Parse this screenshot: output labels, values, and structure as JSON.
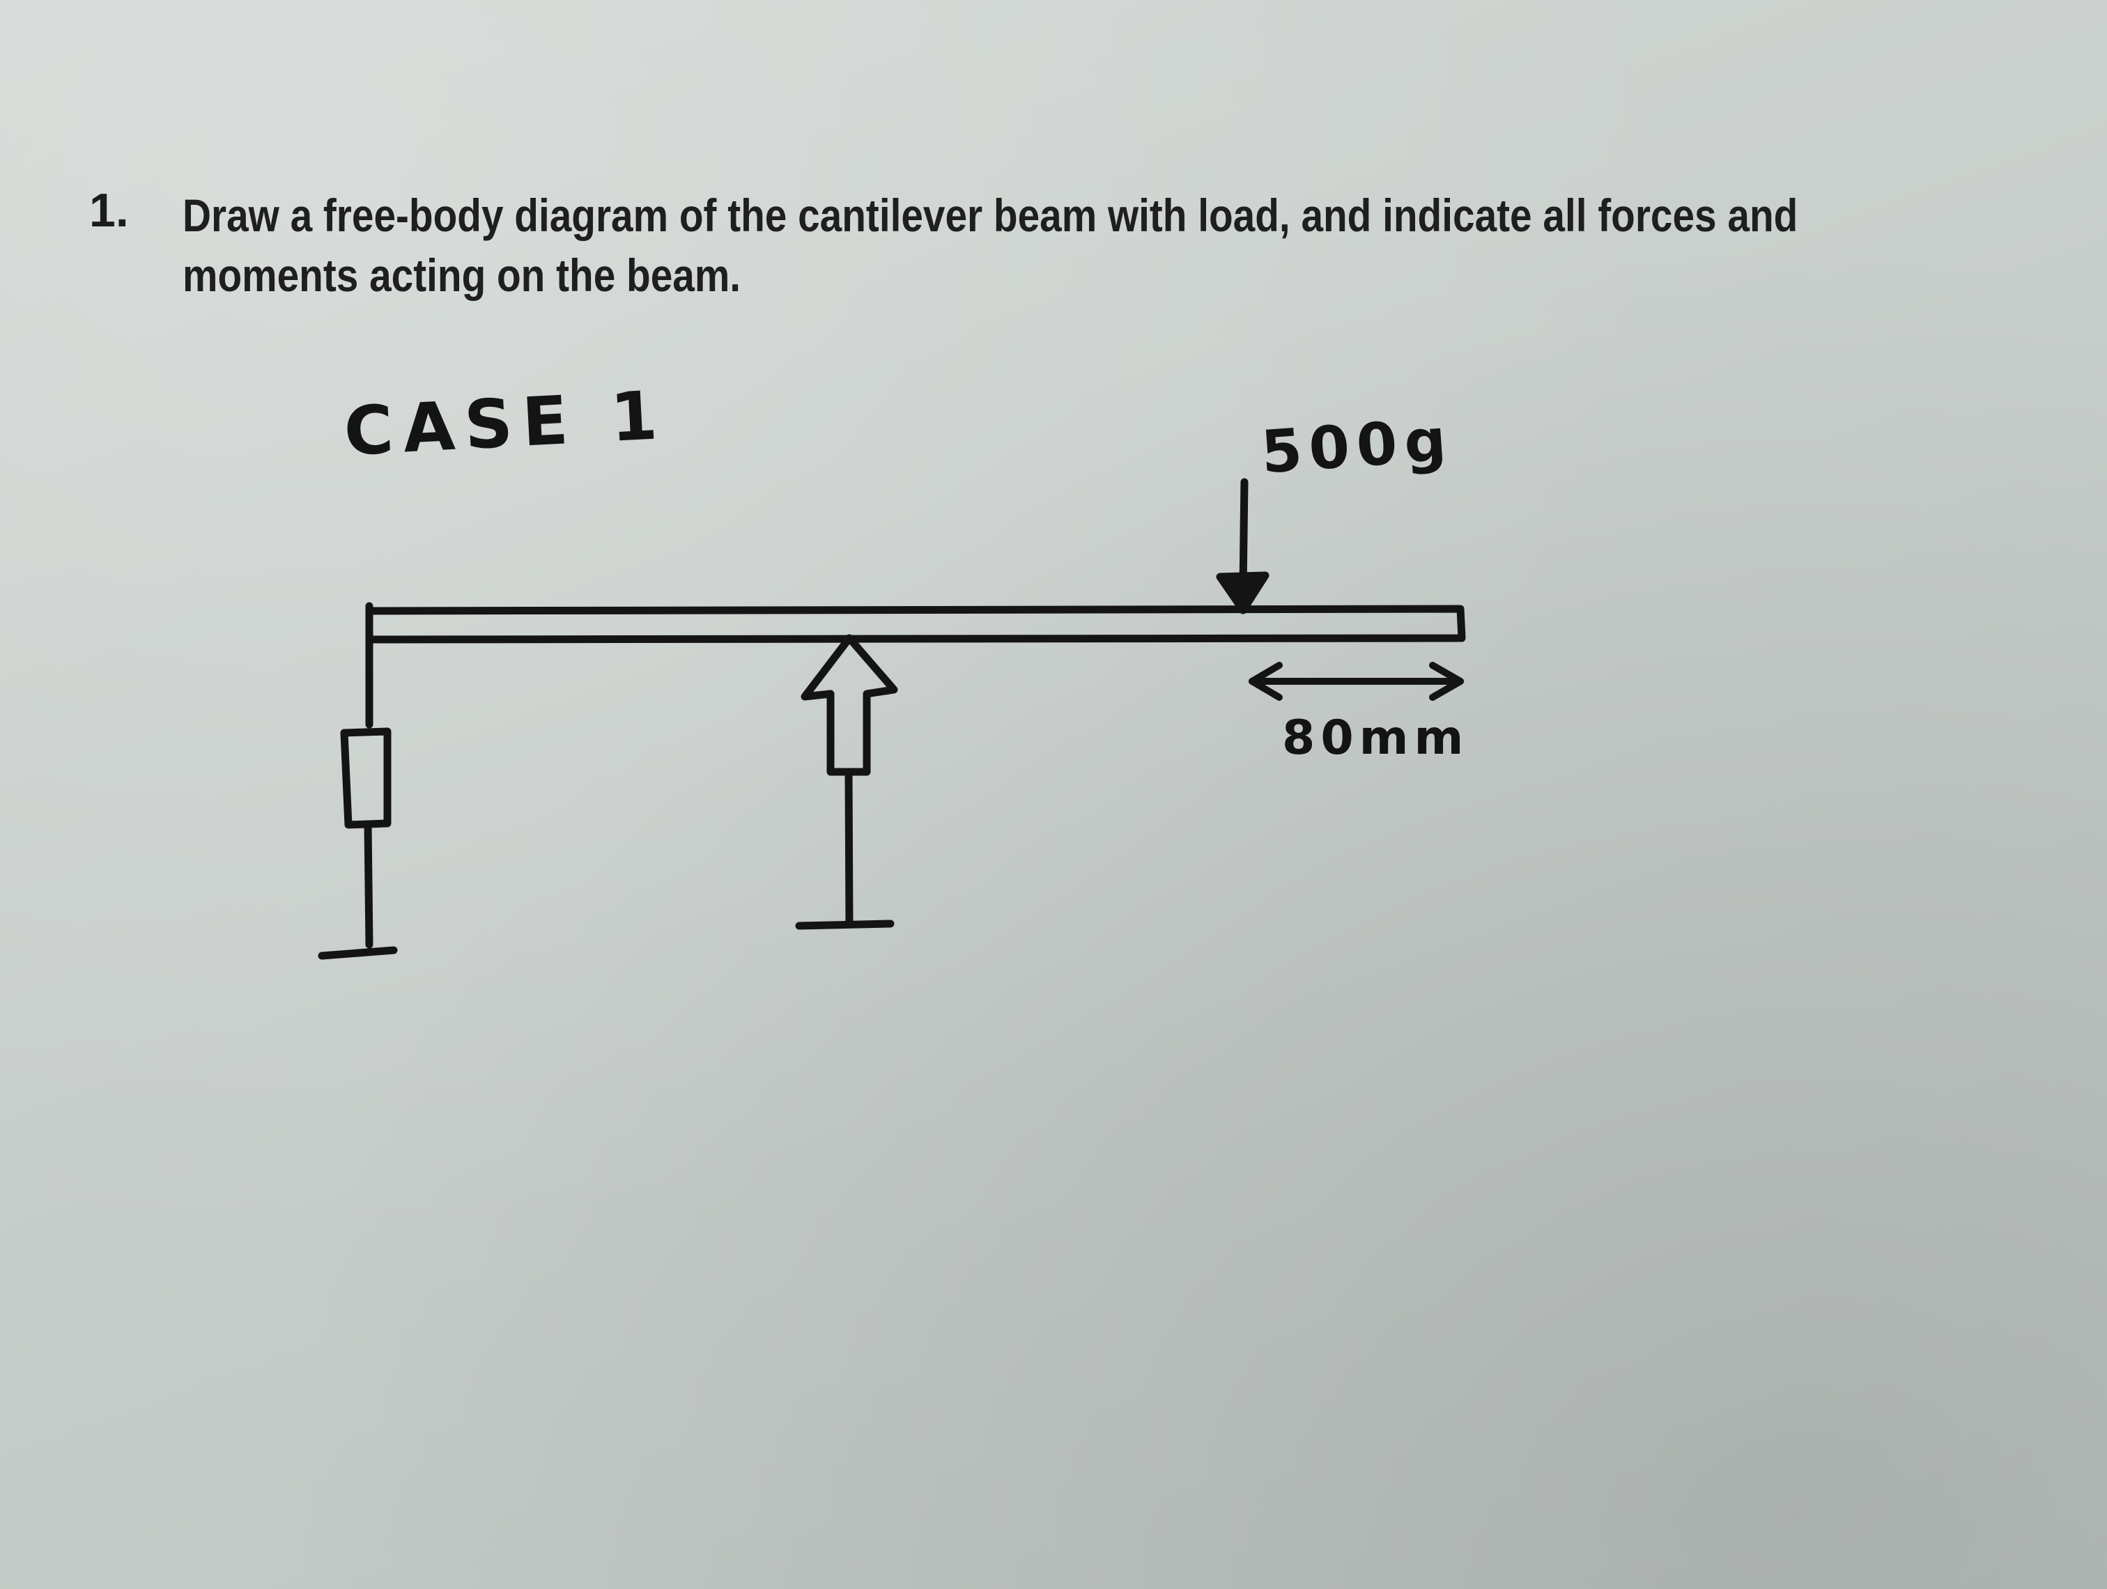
{
  "question": {
    "number": "1.",
    "lines": [
      "Draw a free-body diagram of the cantilever beam with load, and indicate all forces and",
      "moments acting on the beam."
    ]
  },
  "diagram": {
    "case_label": "CASE 1",
    "load_label": "500g",
    "dimension_label": "80mm",
    "elements": {
      "beam": "beam",
      "fixed_support": "left-support-with-spring-box",
      "roller_support": "middle-support-arrow",
      "load_arrow": "downward-load-arrow",
      "dimension_arrow": "double-headed-dimension-arrow"
    },
    "ink_color": "#141414",
    "paper_color": "#c9cfcc"
  }
}
